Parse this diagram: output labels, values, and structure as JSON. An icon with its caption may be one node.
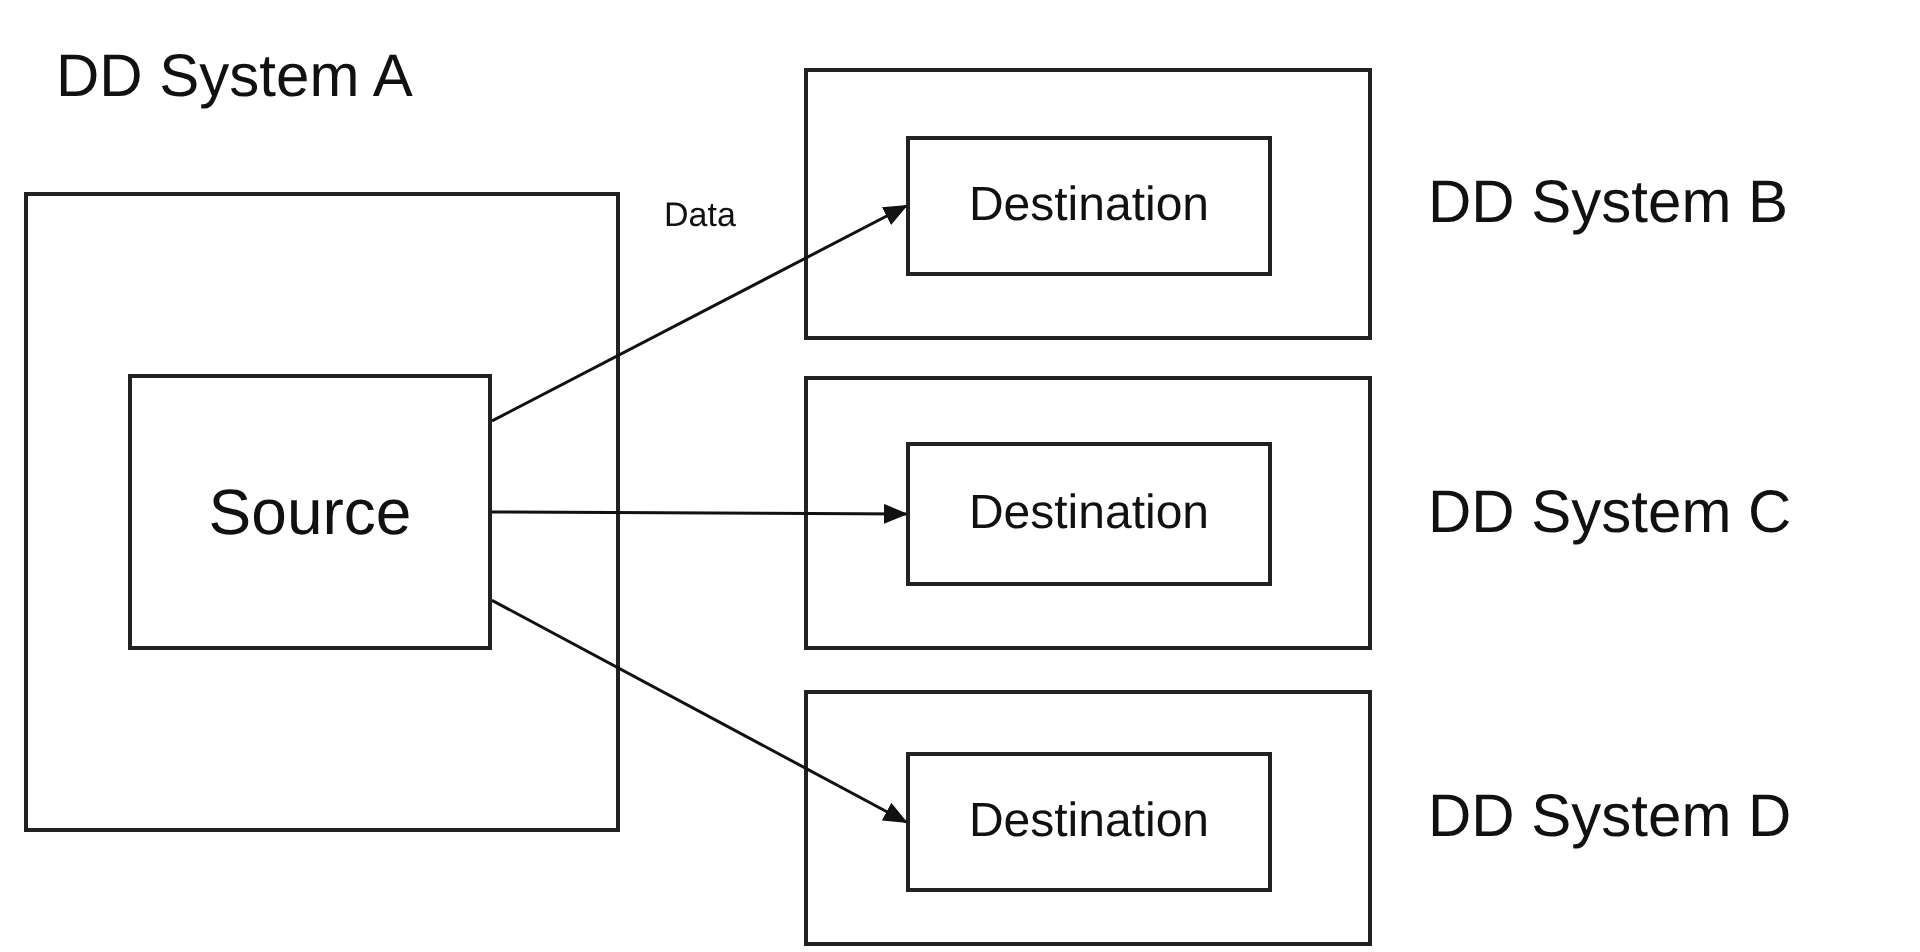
{
  "diagram": {
    "nodes": [
      {
        "text": [
          "DD System A"
        ]
      },
      {
        "text": [
          "Source"
        ],
        "in": 0
      },
      {
        "text": [
          "DD System B"
        ]
      },
      {
        "text": [
          "Destination"
        ],
        "in": 2
      },
      {
        "text": [
          "DD System C"
        ]
      },
      {
        "text": [
          "Destination"
        ],
        "in": 4
      },
      {
        "text": [
          "DD System D"
        ]
      },
      {
        "text": [
          "Destination"
        ],
        "in": 6
      }
    ],
    "edges": [
      {
        "from": 1,
        "to": 3,
        "arrow": "to",
        "label": "Data"
      },
      {
        "from": 1,
        "to": 5,
        "arrow": "to"
      },
      {
        "from": 1,
        "to": 7,
        "arrow": "to"
      }
    ]
  }
}
